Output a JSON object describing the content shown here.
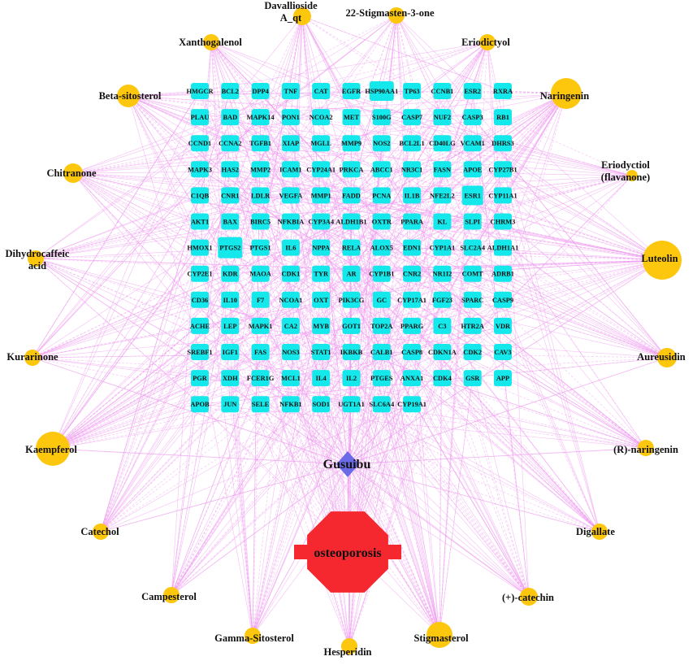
{
  "colors": {
    "edge": "#ee99ee",
    "compound": "#fcc70d",
    "target": "#14e8ea",
    "herb": "#6b6bea",
    "disease": "#f4282e"
  },
  "herb": {
    "label": "Gusuibu"
  },
  "disease": {
    "label": "osteoporosis"
  },
  "compounds": [
    {
      "label": "Davallioside A_qt",
      "size": 11
    },
    {
      "label": "22-Stigmasten-3-one",
      "size": 10
    },
    {
      "label": "Xanthogalenol",
      "size": 10
    },
    {
      "label": "Eriodictyol",
      "size": 10
    },
    {
      "label": "Beta-sitosterol",
      "size": 14
    },
    {
      "label": "Naringenin",
      "size": 19
    },
    {
      "label": "Chitranone",
      "size": 12
    },
    {
      "label": "Eriodyctiol (flavanone)",
      "size": 7
    },
    {
      "label": "Dihydrocaffeic acid",
      "size": 10
    },
    {
      "label": "Luteolin",
      "size": 24
    },
    {
      "label": "Kurarinone",
      "size": 10
    },
    {
      "label": "Aureusidin",
      "size": 12
    },
    {
      "label": "Kaempferol",
      "size": 21
    },
    {
      "label": "(R)-naringenin",
      "size": 10
    },
    {
      "label": "Catechol",
      "size": 10
    },
    {
      "label": "Digallate",
      "size": 10
    },
    {
      "label": "Campesterol",
      "size": 10
    },
    {
      "label": "(+)-catechin",
      "size": 11
    },
    {
      "label": "Gamma-Sitosterol",
      "size": 10
    },
    {
      "label": "Hesperidin",
      "size": 10
    },
    {
      "label": "Stigmasterol",
      "size": 16
    }
  ],
  "targets": [
    [
      "HMGCR",
      "BCL2",
      "DPP4",
      "TNF",
      "CAT",
      "EGFR",
      "HSP90AA1",
      "TP63",
      "CCNB1",
      "ESR2",
      "RXRA"
    ],
    [
      "PLAU",
      "BAD",
      "MAPK14",
      "PON1",
      "NCOA2",
      "MET",
      "S100G",
      "CASP7",
      "NUF2",
      "CASP3",
      "RB1"
    ],
    [
      "CCND1",
      "CCNA2",
      "TGFB1",
      "XIAP",
      "MGLL",
      "MMP9",
      "NOS2",
      "BCL2L1",
      "CD40LG",
      "VCAM1",
      "DHRS3"
    ],
    [
      "MAPK3",
      "HAS2",
      "MMP2",
      "ICAM1",
      "CYP24A1",
      "PRKCA",
      "ABCC1",
      "NR3C1",
      "FASN",
      "APOE",
      "CYP27B1"
    ],
    [
      "C1QB",
      "CNR1",
      "LDLR",
      "VEGFA",
      "MMP1",
      "FADD",
      "PCNA",
      "IL1B",
      "NFE2L2",
      "ESR1",
      "CYP11A1"
    ],
    [
      "AKT1",
      "BAX",
      "BIRC5",
      "NFKBIA",
      "CYP3A4",
      "ALDH1B1",
      "OXTR",
      "PPARA",
      "KL",
      "SLPI",
      "CHRM3"
    ],
    [
      "HMOX1",
      "PTGS2",
      "PTGS1",
      "IL6",
      "NPPA",
      "RELA",
      "ALOX5",
      "EDN1",
      "CYP1A1",
      "SLC2A4",
      "ALDH1A1"
    ],
    [
      "CYP2E1",
      "KDR",
      "MAOA",
      "CDK1",
      "TYR",
      "AR",
      "CYP1B1",
      "CNR2",
      "NR1I2",
      "COMT",
      "ADRB1"
    ],
    [
      "CD36",
      "IL10",
      "F7",
      "NCOA1",
      "OXT",
      "PIK3CG",
      "GC",
      "CYP17A1",
      "FGF23",
      "SPARC",
      "CASP9"
    ],
    [
      "ACHE",
      "LEP",
      "MAPK1",
      "CA2",
      "MYB",
      "GOT1",
      "TOP2A",
      "PPARG",
      "C3",
      "HTR2A",
      "VDR"
    ],
    [
      "SREBF1",
      "IGF1",
      "FAS",
      "NOS3",
      "STAT1",
      "IKBKB",
      "CALB1",
      "CASP8",
      "CDKN1A",
      "CDK2",
      "CAV3"
    ],
    [
      "PGR",
      "XDH",
      "FCER1G",
      "MCL1",
      "IL4",
      "IL2",
      "PTGES",
      "ANXA1",
      "CDK4",
      "GSR",
      "APP"
    ],
    [
      "APOB",
      "JUN",
      "SELE",
      "NFKB1",
      "SOD1",
      "UGT1A1",
      "SLC6A4",
      "CYP19A1"
    ]
  ]
}
